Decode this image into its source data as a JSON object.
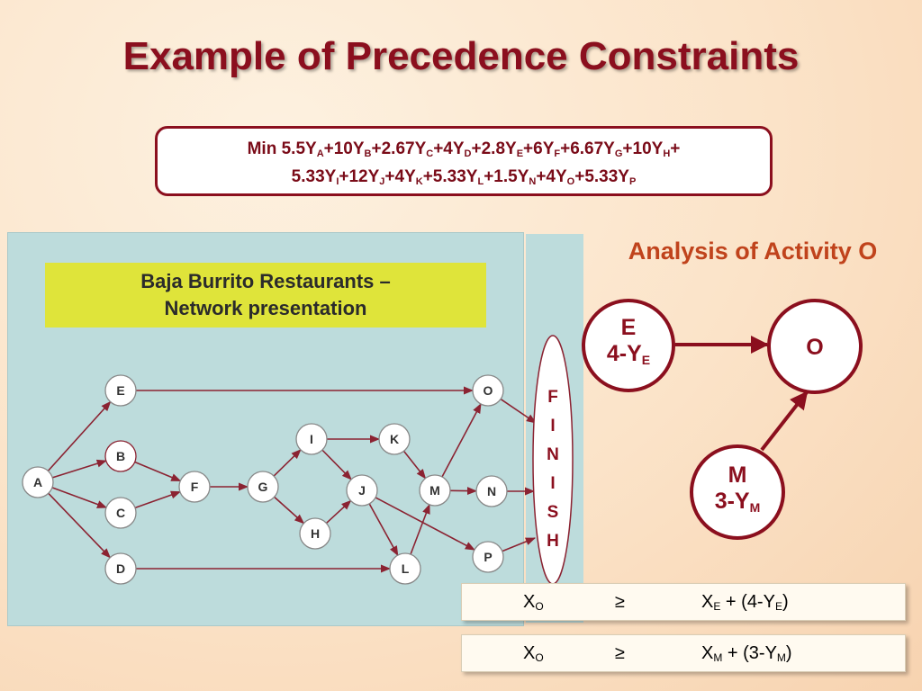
{
  "title": "Example of Precedence Constraints",
  "objective": {
    "prefix": "Min ",
    "line1": [
      {
        "coef": "5.5Y",
        "sub": "A"
      },
      {
        "coef": "+10Y",
        "sub": "B"
      },
      {
        "coef": "+2.67Y",
        "sub": "C"
      },
      {
        "coef": "+4Y",
        "sub": "D"
      },
      {
        "coef": "+2.8Y",
        "sub": "E"
      },
      {
        "coef": "+6Y",
        "sub": "F"
      },
      {
        "coef": "+6.67Y",
        "sub": "G"
      },
      {
        "coef": "+10Y",
        "sub": "H"
      }
    ],
    "line1_suffix": "+",
    "line2": [
      {
        "coef": "5.33Y",
        "sub": "I"
      },
      {
        "coef": "+12Y",
        "sub": "J"
      },
      {
        "coef": "+4Y",
        "sub": "K"
      },
      {
        "coef": "+5.33Y",
        "sub": "L"
      },
      {
        "coef": "+1.5Y",
        "sub": "N"
      },
      {
        "coef": "+4Y",
        "sub": "O"
      },
      {
        "coef": "+5.33Y",
        "sub": "P"
      }
    ]
  },
  "network": {
    "heading_line1": "Baja Burrito Restaurants –",
    "heading_line2": "Network presentation",
    "nodes": [
      "A",
      "B",
      "C",
      "D",
      "E",
      "F",
      "G",
      "H",
      "I",
      "J",
      "K",
      "L",
      "M",
      "N",
      "O",
      "P"
    ],
    "finish_letters": [
      "F",
      "I",
      "N",
      "I",
      "S",
      "H"
    ],
    "edges": [
      [
        "A",
        "E"
      ],
      [
        "A",
        "B"
      ],
      [
        "A",
        "C"
      ],
      [
        "A",
        "D"
      ],
      [
        "B",
        "F"
      ],
      [
        "C",
        "F"
      ],
      [
        "F",
        "G"
      ],
      [
        "G",
        "I"
      ],
      [
        "G",
        "H"
      ],
      [
        "I",
        "K"
      ],
      [
        "I",
        "J"
      ],
      [
        "H",
        "J"
      ],
      [
        "K",
        "M"
      ],
      [
        "J",
        "L"
      ],
      [
        "J",
        "P"
      ],
      [
        "M",
        "O"
      ],
      [
        "M",
        "N"
      ],
      [
        "L",
        "M"
      ],
      [
        "E",
        "O"
      ],
      [
        "D",
        "L"
      ],
      [
        "O",
        "FINISH"
      ],
      [
        "N",
        "FINISH"
      ],
      [
        "P",
        "FINISH"
      ]
    ]
  },
  "analysis": {
    "title": "Analysis of Activity O",
    "node_e": {
      "label": "E",
      "dur_prefix": "4-Y",
      "dur_sub": "E"
    },
    "node_o": {
      "label": "O"
    },
    "node_m": {
      "label": "M",
      "dur_prefix": "3-Y",
      "dur_sub": "M"
    }
  },
  "constraints": [
    {
      "lhs": "X",
      "lhs_sub": "O",
      "op": "≥",
      "rhs1": "X",
      "rhs1_sub": "E",
      "rhs2": " + (4-Y",
      "rhs2_sub": "E",
      "rhs3": ")"
    },
    {
      "lhs": "X",
      "lhs_sub": "O",
      "op": "≥",
      "rhs1": "X",
      "rhs1_sub": "M",
      "rhs2": " + (3-Y",
      "rhs2_sub": "M",
      "rhs3": ")"
    }
  ],
  "colors": {
    "accent": "#8b0f1e",
    "panel": "#bddcdc",
    "highlight": "#dfe43a",
    "orange": "#c0431c"
  }
}
